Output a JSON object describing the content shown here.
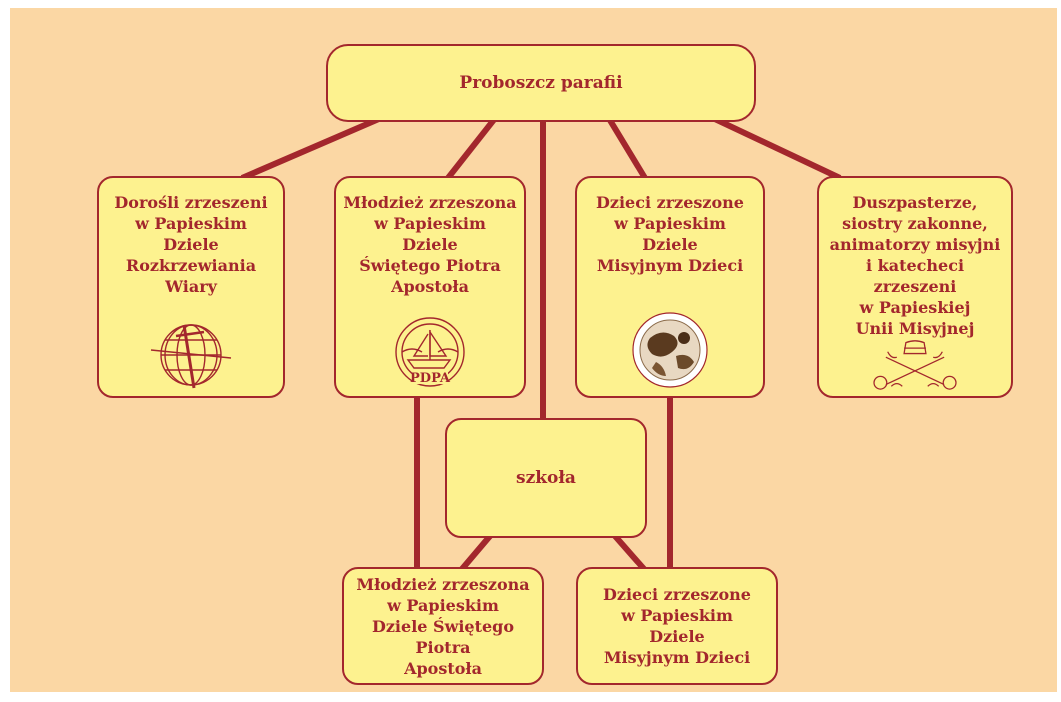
{
  "diagram": {
    "root": {
      "label": "Proboszcz parafii"
    },
    "children": [
      {
        "label": "Dorośli zrzeszeni\nw Papieskim\nDziele\nRozkrzewiania\nWiary",
        "emblem": "globe-cross-emblem"
      },
      {
        "label": "Młodzież zrzeszona\nw Papieskim\nDziele\nŚwiętego Piotra\nApostoła",
        "emblem": "pdpa-boat-emblem",
        "emblem_text": "PDPA"
      },
      {
        "label": "Dzieci zrzeszone\nw Papieskim\nDziele\nMisyjnym Dzieci",
        "emblem": "children-globe-emblem"
      },
      {
        "label": "Duszpasterze,\nsiostry zakonne,\nanimatorzy misyjni\ni katecheci zrzeszeni\nw Papieskiej\nUnii Misyjnej",
        "emblem": "papal-keys-emblem"
      }
    ],
    "school": {
      "label": "szkoła"
    },
    "school_children": [
      {
        "label": "Młodzież zrzeszona\nw Papieskim\nDziele Świętego Piotra\nApostoła"
      },
      {
        "label": "Dzieci zrzeszone\nw Papieskim\nDziele\nMisyjnym Dzieci"
      }
    ]
  },
  "colors": {
    "background": "#fbd7a4",
    "box_fill": "#fdf28f",
    "border": "#a3272d",
    "text": "#a3272d",
    "connector": "#a3272d"
  }
}
